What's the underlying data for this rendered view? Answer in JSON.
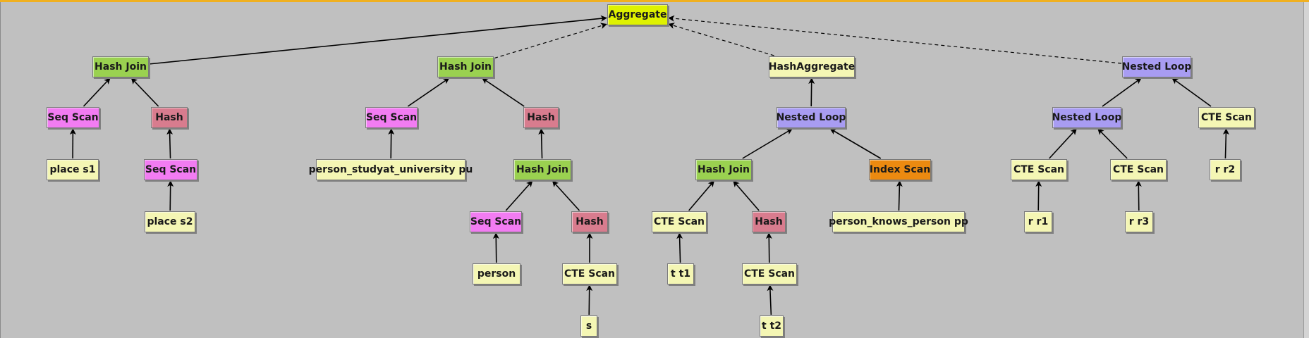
{
  "colors": {
    "background": "#c0c0c0",
    "aggregate": "#dff200",
    "join": "#9ad150",
    "scan": "#f27cf2",
    "hash": "#d87c8e",
    "relation": "#f4f6b4",
    "loop": "#a89cf2",
    "index": "#ec8a10",
    "hashagg": "#f4f6b4"
  },
  "nodes": [
    {
      "id": "n0",
      "name": "aggregate-node",
      "label": "Aggregate",
      "color": "aggregate"
    },
    {
      "id": "n1",
      "name": "hash-join-node",
      "label": "Hash Join",
      "color": "join"
    },
    {
      "id": "n2",
      "name": "seq-scan-node",
      "label": "Seq Scan",
      "color": "scan"
    },
    {
      "id": "n3",
      "name": "relation-node",
      "label": "place s1",
      "color": "relation"
    },
    {
      "id": "n4",
      "name": "hash-node",
      "label": "Hash",
      "color": "hash"
    },
    {
      "id": "n5",
      "name": "seq-scan-node",
      "label": "Seq Scan",
      "color": "scan"
    },
    {
      "id": "n6",
      "name": "relation-node",
      "label": "place s2",
      "color": "relation"
    },
    {
      "id": "n7",
      "name": "hash-join-node",
      "label": "Hash Join",
      "color": "join"
    },
    {
      "id": "n8",
      "name": "seq-scan-node",
      "label": "Seq Scan",
      "color": "scan"
    },
    {
      "id": "n9",
      "name": "relation-node",
      "label": "person_studyat_university pu",
      "color": "relation"
    },
    {
      "id": "n10",
      "name": "hash-node",
      "label": "Hash",
      "color": "hash"
    },
    {
      "id": "n11",
      "name": "hash-join-node",
      "label": "Hash Join",
      "color": "join"
    },
    {
      "id": "n12",
      "name": "seq-scan-node",
      "label": "Seq Scan",
      "color": "scan"
    },
    {
      "id": "n13",
      "name": "relation-node",
      "label": "person",
      "color": "relation"
    },
    {
      "id": "n14",
      "name": "hash-node",
      "label": "Hash",
      "color": "hash"
    },
    {
      "id": "n15",
      "name": "cte-scan-node",
      "label": "CTE Scan",
      "color": "relation"
    },
    {
      "id": "n16",
      "name": "relation-node",
      "label": "s",
      "color": "relation"
    },
    {
      "id": "n17",
      "name": "hash-aggregate-node",
      "label": "HashAggregate",
      "color": "hashagg"
    },
    {
      "id": "n18",
      "name": "nested-loop-node",
      "label": "Nested Loop",
      "color": "loop"
    },
    {
      "id": "n19",
      "name": "hash-join-node",
      "label": "Hash Join",
      "color": "join"
    },
    {
      "id": "n20",
      "name": "cte-scan-node",
      "label": "CTE Scan",
      "color": "relation"
    },
    {
      "id": "n21",
      "name": "relation-node",
      "label": "t t1",
      "color": "relation"
    },
    {
      "id": "n22",
      "name": "hash-node",
      "label": "Hash",
      "color": "hash"
    },
    {
      "id": "n23",
      "name": "cte-scan-node",
      "label": "CTE Scan",
      "color": "relation"
    },
    {
      "id": "n24",
      "name": "relation-node",
      "label": "t t2",
      "color": "relation"
    },
    {
      "id": "n25",
      "name": "index-scan-node",
      "label": "Index Scan",
      "color": "index"
    },
    {
      "id": "n26",
      "name": "relation-node",
      "label": "person_knows_person pp",
      "color": "relation"
    },
    {
      "id": "n27",
      "name": "nested-loop-node",
      "label": "Nested Loop",
      "color": "loop"
    },
    {
      "id": "n28",
      "name": "nested-loop-node",
      "label": "Nested Loop",
      "color": "loop"
    },
    {
      "id": "n29",
      "name": "cte-scan-node",
      "label": "CTE Scan",
      "color": "relation"
    },
    {
      "id": "n30",
      "name": "relation-node",
      "label": "r r1",
      "color": "relation"
    },
    {
      "id": "n31",
      "name": "cte-scan-node",
      "label": "CTE Scan",
      "color": "relation"
    },
    {
      "id": "n32",
      "name": "relation-node",
      "label": "r r3",
      "color": "relation"
    },
    {
      "id": "n33",
      "name": "cte-scan-node",
      "label": "CTE Scan",
      "color": "relation"
    },
    {
      "id": "n34",
      "name": "relation-node",
      "label": "r r2",
      "color": "relation"
    }
  ],
  "edges": [
    {
      "from": "n1",
      "to": "n0",
      "style": "solid"
    },
    {
      "from": "n7",
      "to": "n0",
      "style": "dashed"
    },
    {
      "from": "n17",
      "to": "n0",
      "style": "dashed"
    },
    {
      "from": "n27",
      "to": "n0",
      "style": "dashed"
    },
    {
      "from": "n2",
      "to": "n1",
      "style": "solid"
    },
    {
      "from": "n4",
      "to": "n1",
      "style": "solid"
    },
    {
      "from": "n3",
      "to": "n2",
      "style": "solid"
    },
    {
      "from": "n5",
      "to": "n4",
      "style": "solid"
    },
    {
      "from": "n6",
      "to": "n5",
      "style": "solid"
    },
    {
      "from": "n8",
      "to": "n7",
      "style": "solid"
    },
    {
      "from": "n10",
      "to": "n7",
      "style": "solid"
    },
    {
      "from": "n9",
      "to": "n8",
      "style": "solid"
    },
    {
      "from": "n11",
      "to": "n10",
      "style": "solid"
    },
    {
      "from": "n12",
      "to": "n11",
      "style": "solid"
    },
    {
      "from": "n14",
      "to": "n11",
      "style": "solid"
    },
    {
      "from": "n13",
      "to": "n12",
      "style": "solid"
    },
    {
      "from": "n15",
      "to": "n14",
      "style": "solid"
    },
    {
      "from": "n16",
      "to": "n15",
      "style": "solid"
    },
    {
      "from": "n18",
      "to": "n17",
      "style": "solid"
    },
    {
      "from": "n19",
      "to": "n18",
      "style": "solid"
    },
    {
      "from": "n25",
      "to": "n18",
      "style": "solid"
    },
    {
      "from": "n20",
      "to": "n19",
      "style": "solid"
    },
    {
      "from": "n22",
      "to": "n19",
      "style": "solid"
    },
    {
      "from": "n21",
      "to": "n20",
      "style": "solid"
    },
    {
      "from": "n23",
      "to": "n22",
      "style": "solid"
    },
    {
      "from": "n24",
      "to": "n23",
      "style": "solid"
    },
    {
      "from": "n26",
      "to": "n25",
      "style": "solid"
    },
    {
      "from": "n28",
      "to": "n27",
      "style": "solid"
    },
    {
      "from": "n33",
      "to": "n27",
      "style": "solid"
    },
    {
      "from": "n29",
      "to": "n28",
      "style": "solid"
    },
    {
      "from": "n31",
      "to": "n28",
      "style": "solid"
    },
    {
      "from": "n30",
      "to": "n29",
      "style": "solid"
    },
    {
      "from": "n32",
      "to": "n31",
      "style": "solid"
    },
    {
      "from": "n34",
      "to": "n33",
      "style": "solid"
    }
  ]
}
